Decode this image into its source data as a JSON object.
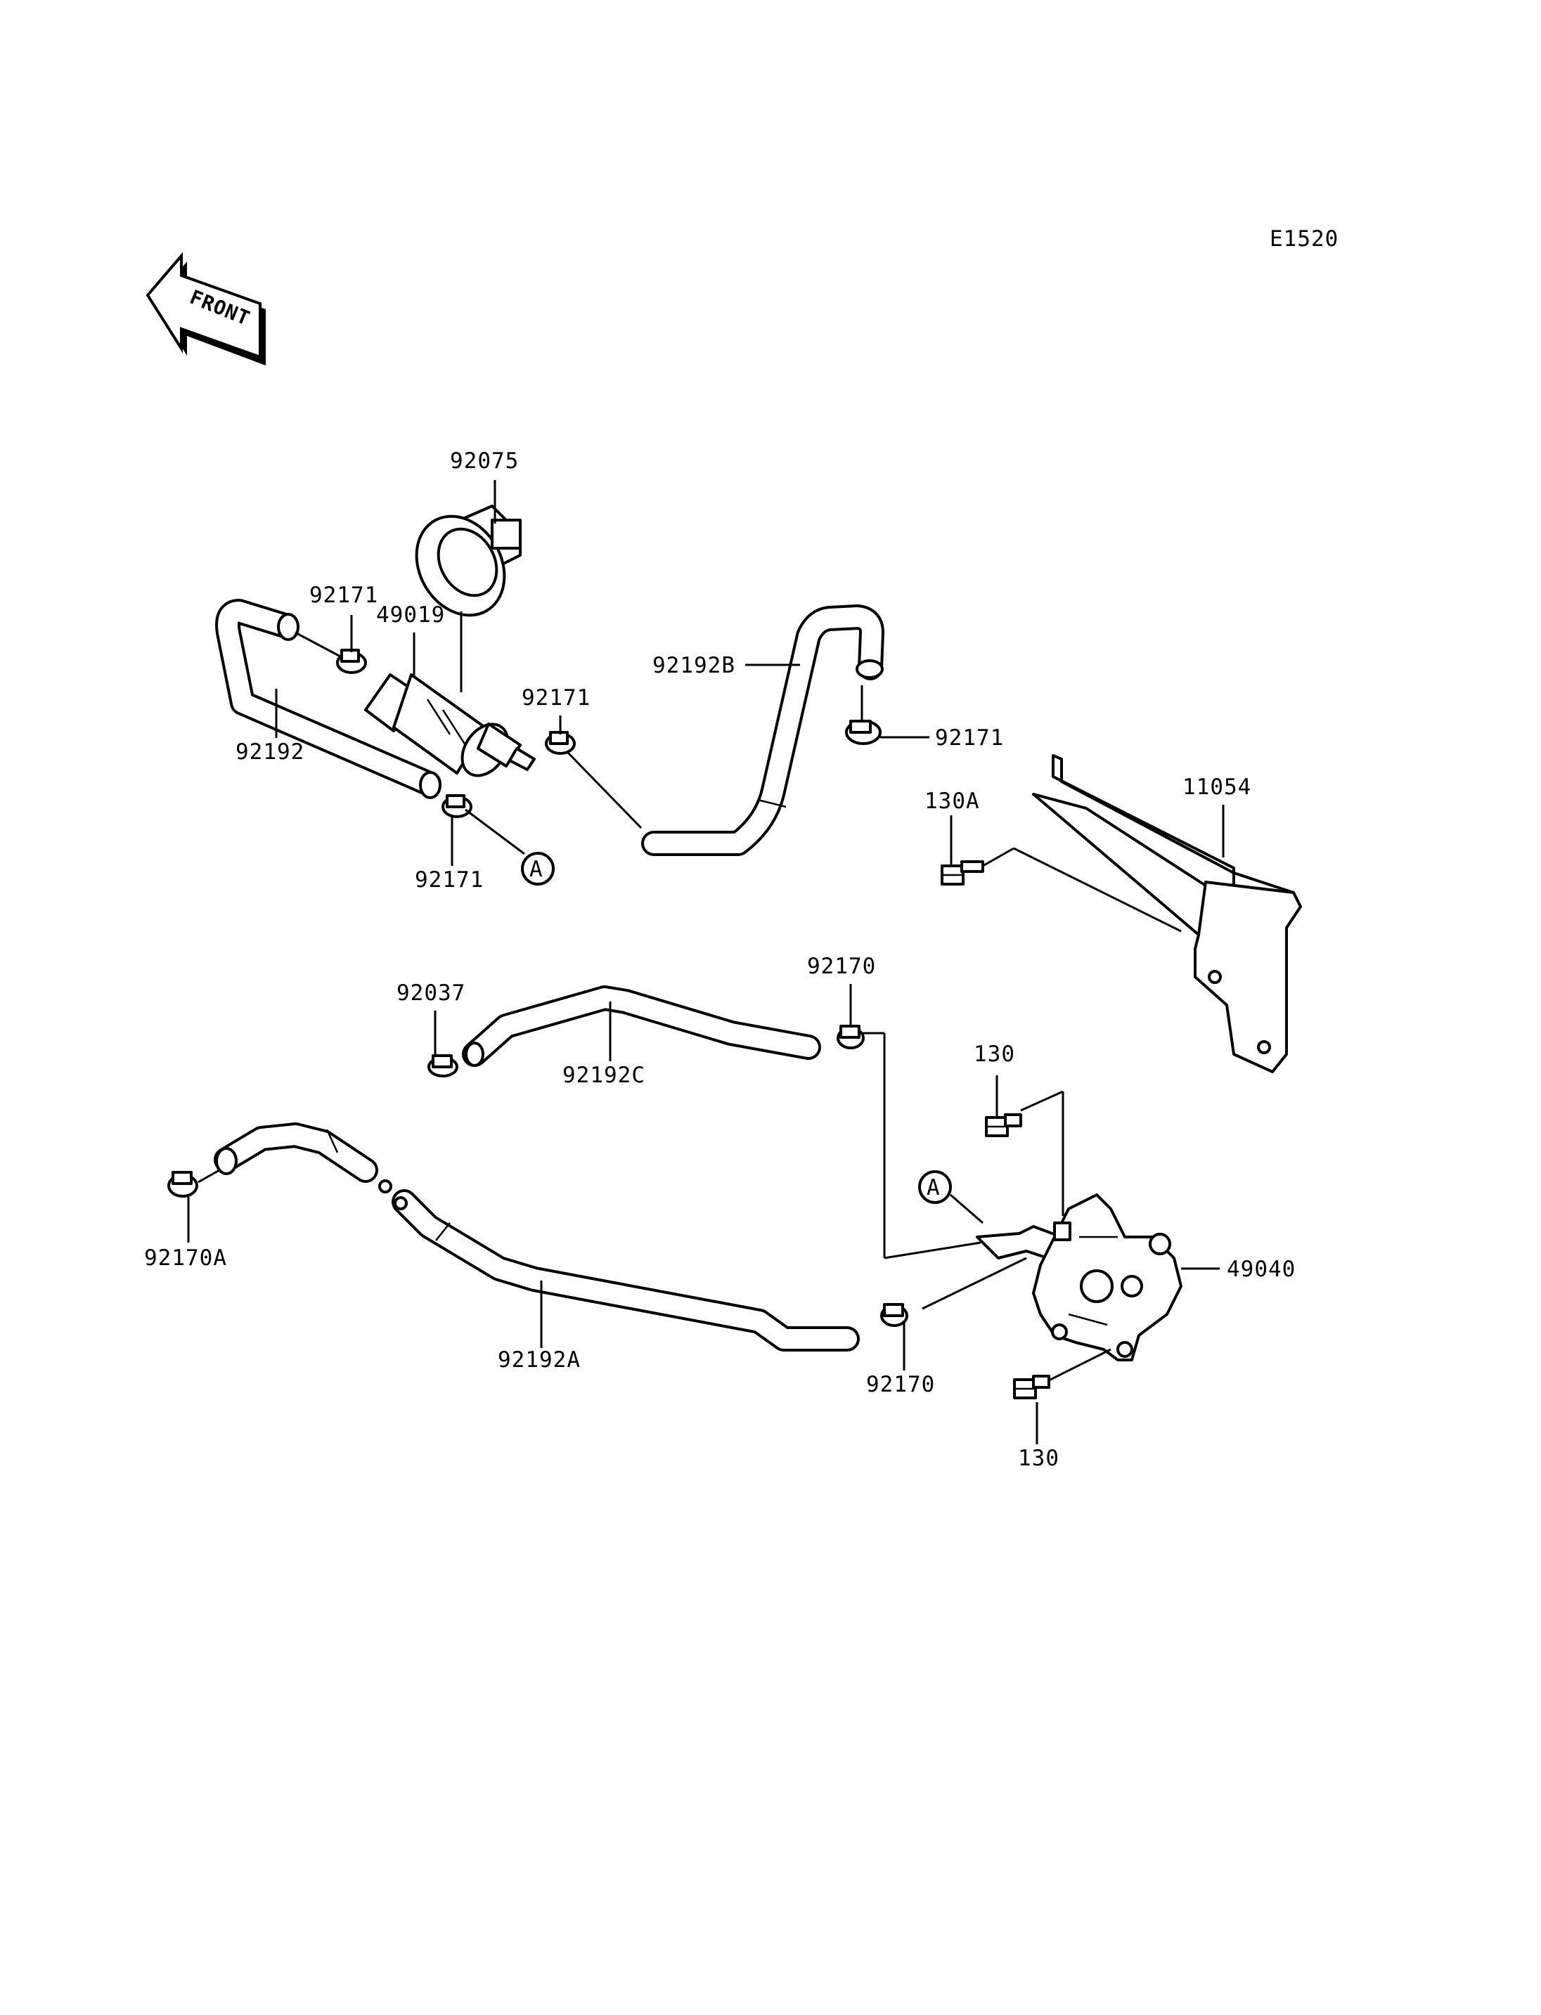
{
  "diagram_code": "E1520",
  "front_label": "FRONT",
  "callout_marker": "A",
  "parts": {
    "p92075": "92075",
    "p92171_a": "92171",
    "p49019": "49019",
    "p92192": "92192",
    "p92171_b": "92171",
    "p92171_c": "92171",
    "p92192B": "92192B",
    "p92171_d": "92171",
    "p11054": "11054",
    "p130A": "130A",
    "p92037": "92037",
    "p92192C": "92192C",
    "p92170_a": "92170",
    "p130_a": "130",
    "p92170A": "92170A",
    "p49040": "49040",
    "p92192A": "92192A",
    "p92170_b": "92170",
    "p130_b": "130"
  }
}
